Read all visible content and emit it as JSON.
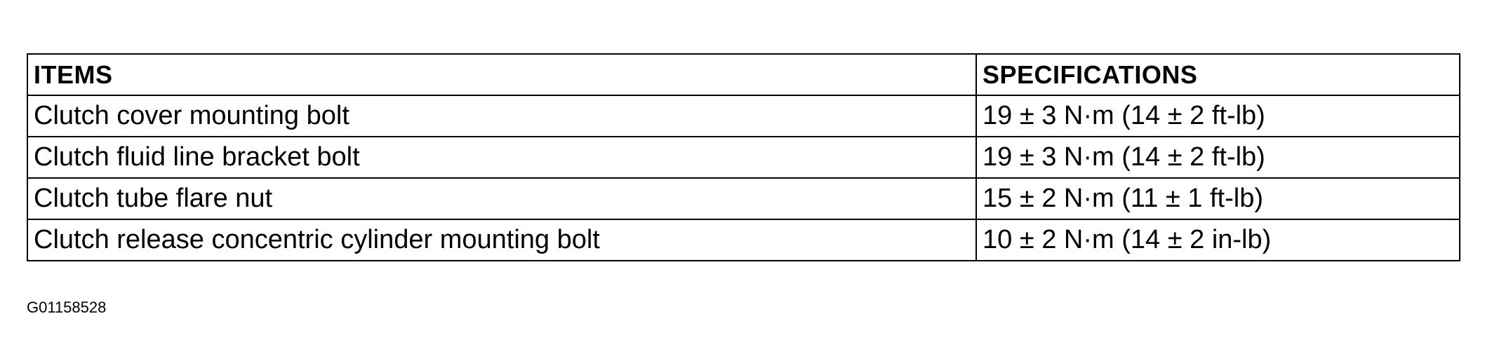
{
  "table": {
    "headers": [
      "ITEMS",
      "SPECIFICATIONS"
    ],
    "rows": [
      [
        "Clutch cover mounting bolt",
        "19 ± 3 N·m (14 ± 2 ft-lb)"
      ],
      [
        "Clutch fluid line bracket bolt",
        "19 ± 3 N·m (14 ± 2 ft-lb)"
      ],
      [
        "Clutch tube flare nut",
        "15 ± 2 N·m (11 ± 1 ft-lb)"
      ],
      [
        "Clutch release concentric cylinder mounting bolt",
        "10 ± 2 N·m (14 ± 2 in-lb)"
      ]
    ]
  },
  "figure_id": "G01158528"
}
